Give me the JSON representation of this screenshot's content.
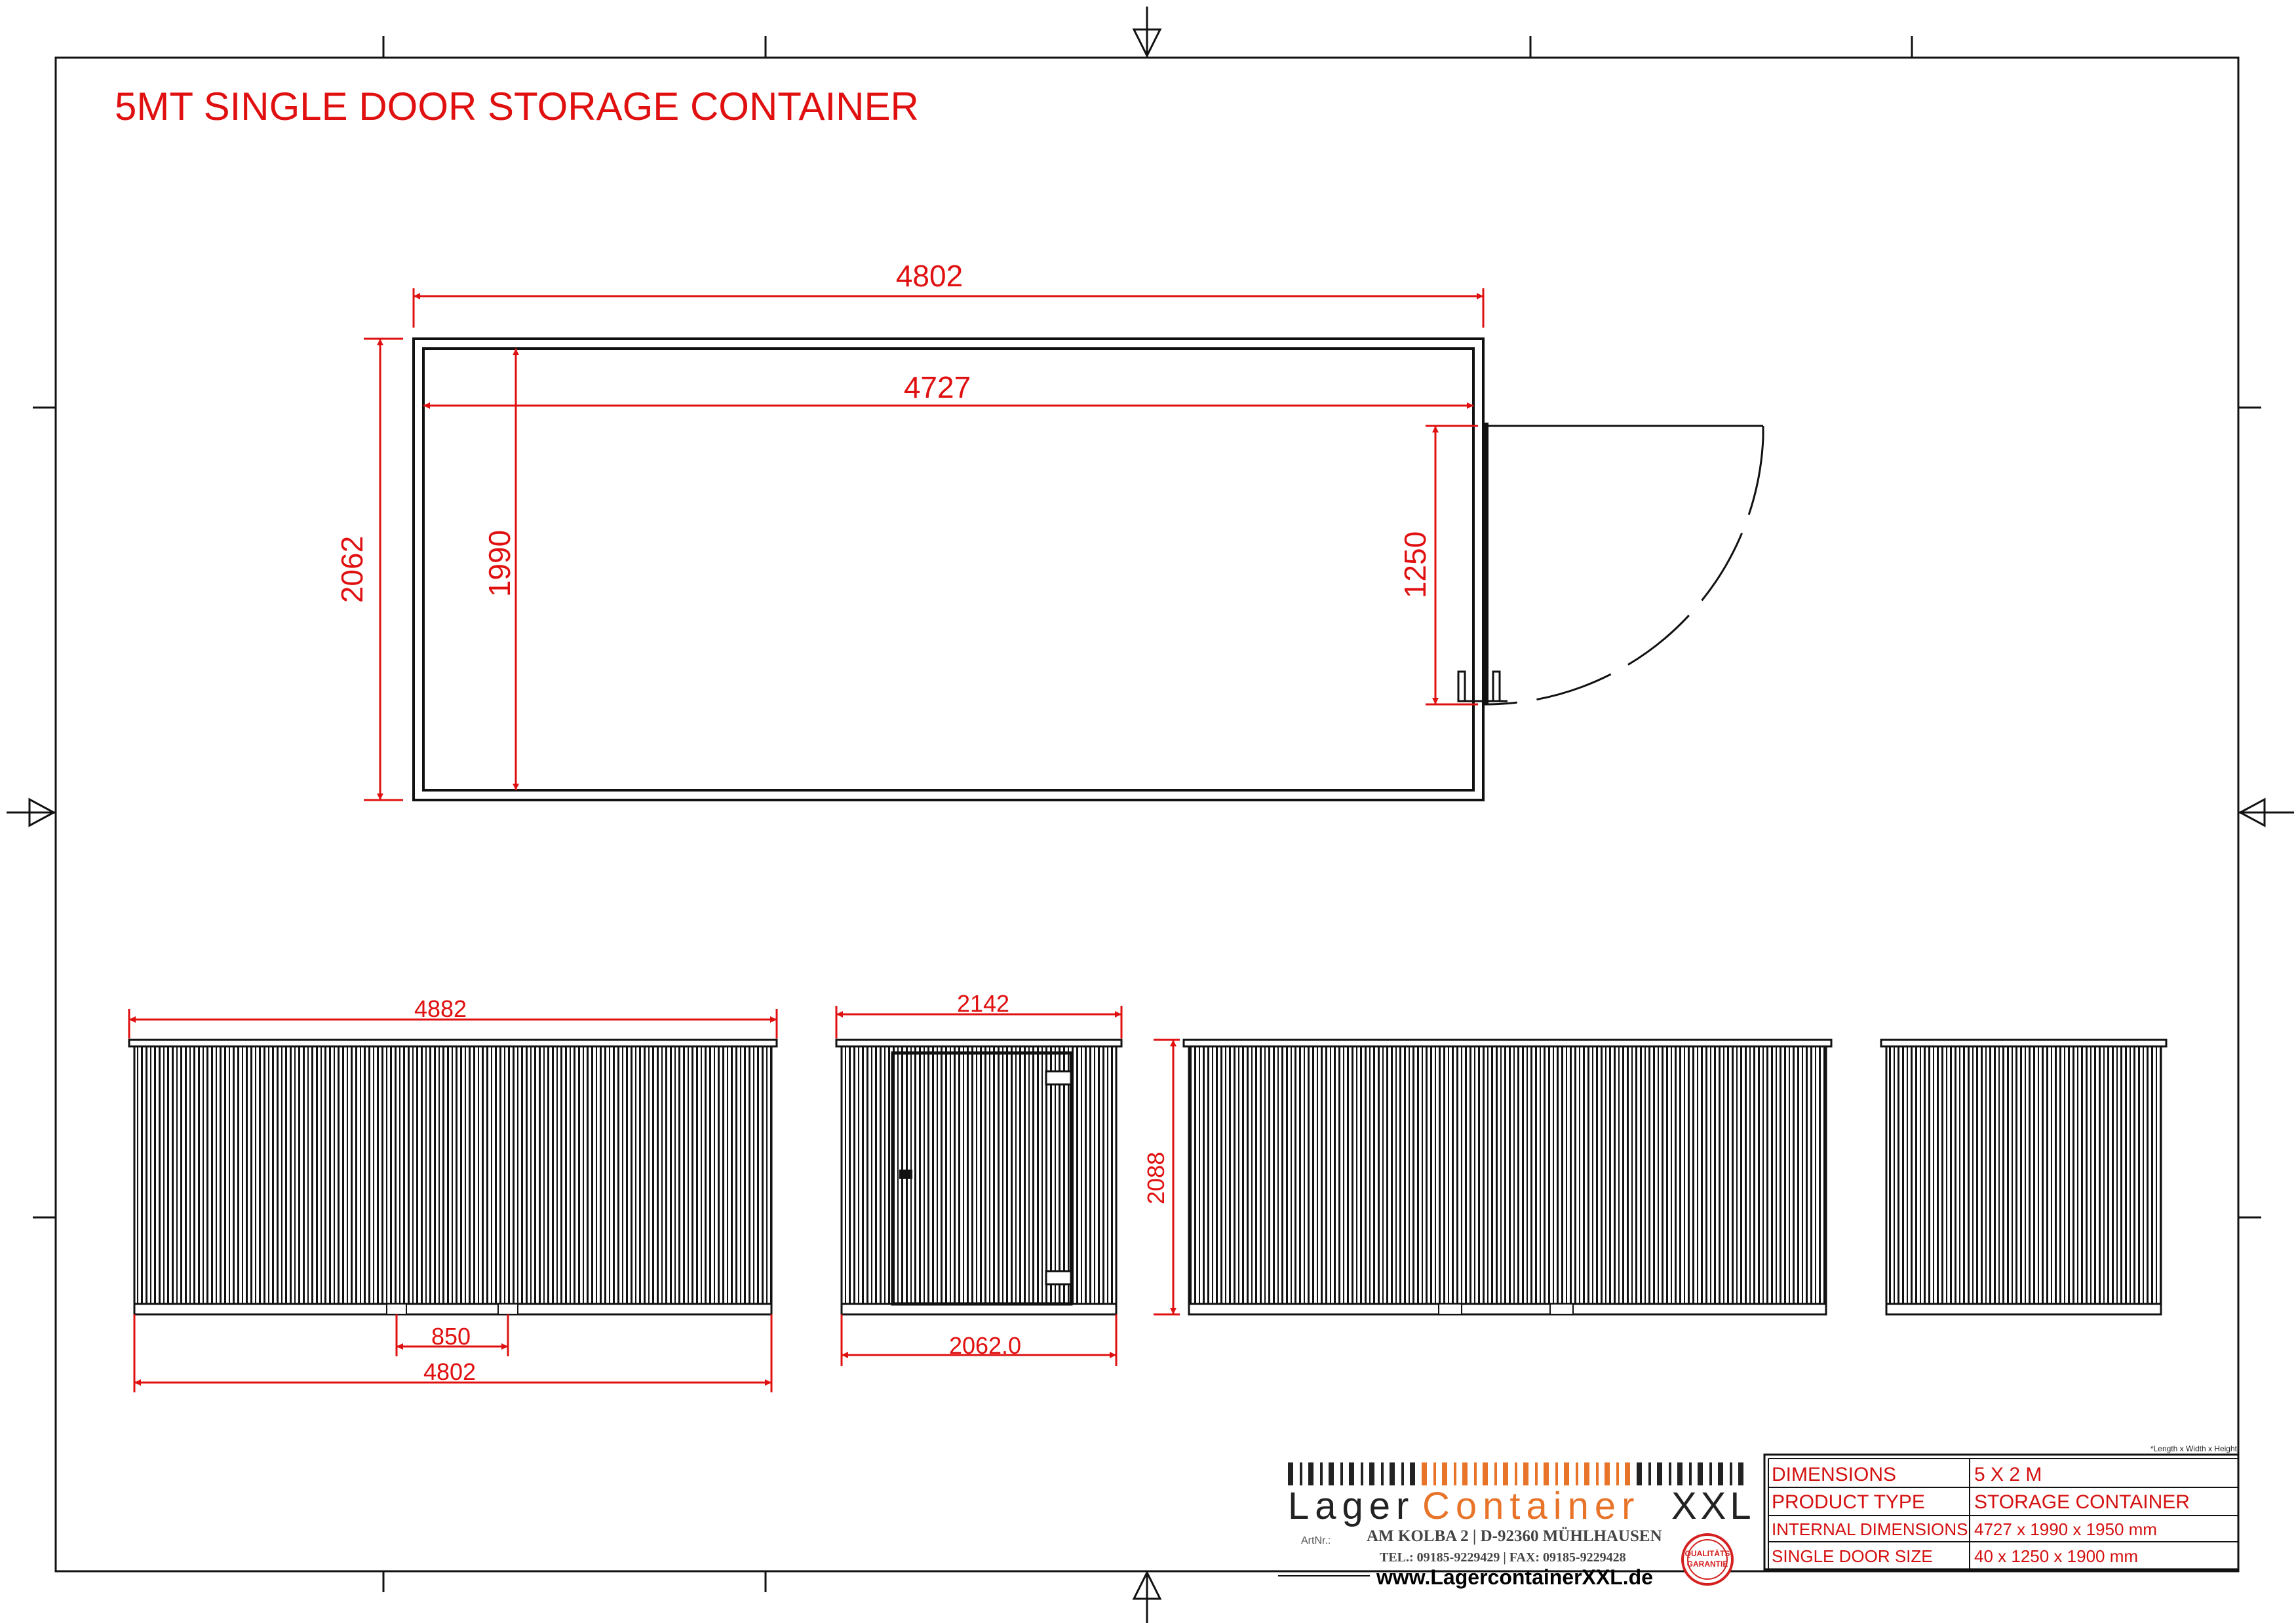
{
  "title": "5MT SINGLE DOOR STORAGE CONTAINER",
  "plan": {
    "outer_length": "4802",
    "inner_length": "4727",
    "outer_width": "2062",
    "inner_width": "1990",
    "door_opening": "1250"
  },
  "elevations": {
    "side_total": "4882",
    "side_base": "4802",
    "side_door": "850",
    "end_top": "2142",
    "end_base": "2062.0",
    "height": "2088"
  },
  "company": {
    "name_part1": "Lager",
    "name_part2": "Container",
    "name_part3": "XXL",
    "address": "AM KOLBA 2 | D-92360 MÜHLHAUSEN",
    "contact": "TEL.: 09185-9229429 | FAX: 09185-9229428",
    "website": "www.LagercontainerXXL.de",
    "art_label": "ArtNr.:",
    "seal_line1": "QUALITÄTS",
    "seal_line2": "GARANTIE"
  },
  "title_block": {
    "note": "*Length x Width x Height",
    "rows": [
      {
        "label": "DIMENSIONS",
        "value": "5 X 2 M"
      },
      {
        "label": "PRODUCT TYPE",
        "value": "STORAGE CONTAINER"
      },
      {
        "label": "INTERNAL DIMENSIONS",
        "value": "4727 x 1990 x 1950 mm"
      },
      {
        "label": "SINGLE DOOR SIZE",
        "value": "40 x 1250 x 1900 mm"
      }
    ]
  },
  "colors": {
    "dimension": "#e01010",
    "line": "#111111",
    "brand_orange": "#e8742a"
  }
}
